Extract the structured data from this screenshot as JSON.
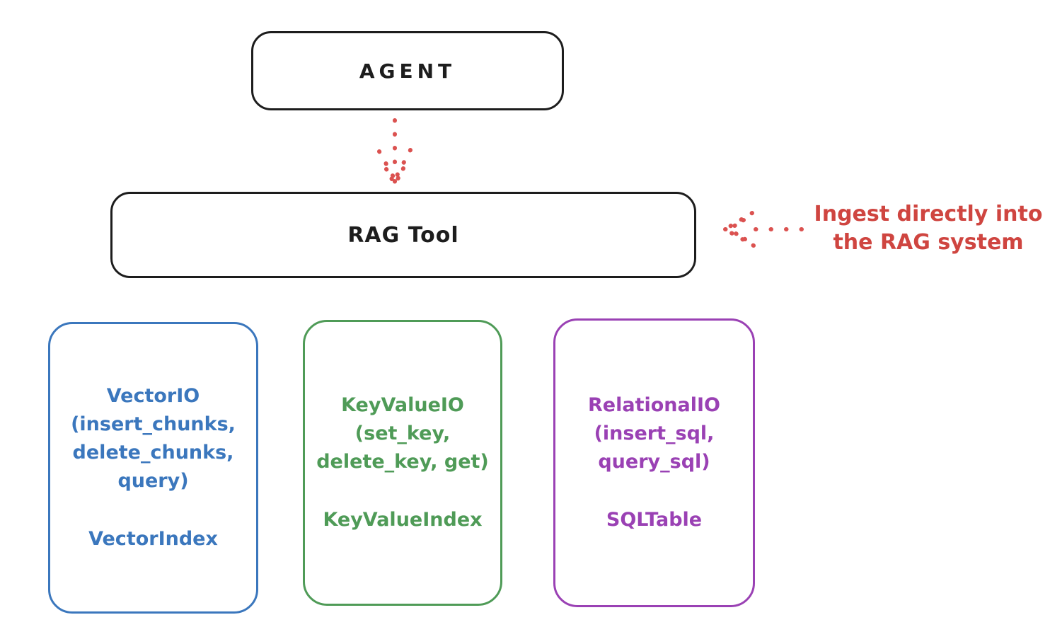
{
  "diagram": {
    "agent_box": {
      "label": "AGENT"
    },
    "rag_tool_box": {
      "label": "RAG Tool"
    },
    "annotation": {
      "line1": "Ingest directly into",
      "line2": "the RAG system",
      "color": "#cf4540"
    },
    "arrows": [
      {
        "name": "agent-to-ragtool-arrow",
        "style": "dotted",
        "direction": "down",
        "color": "#db5250"
      },
      {
        "name": "annotation-to-ragtool-arrow",
        "style": "dotted",
        "direction": "left",
        "color": "#db5250"
      }
    ],
    "io_boxes": [
      {
        "id": "vector",
        "color": "#3b77bd",
        "lines": [
          "VectorIO",
          "(insert_chunks,",
          "delete_chunks,",
          "query)"
        ],
        "index_label": "VectorIndex"
      },
      {
        "id": "keyvalue",
        "color": "#4f9b57",
        "lines": [
          "KeyValueIO",
          "(set_key,",
          "delete_key, get)"
        ],
        "index_label": "KeyValueIndex"
      },
      {
        "id": "relational",
        "color": "#9a41b4",
        "lines": [
          "RelationalIO",
          "(insert_sql,",
          "query_sql)"
        ],
        "index_label": "SQLTable"
      }
    ],
    "colors": {
      "box_stroke": "#1d1d1d",
      "arrow_red": "#db5250"
    }
  }
}
